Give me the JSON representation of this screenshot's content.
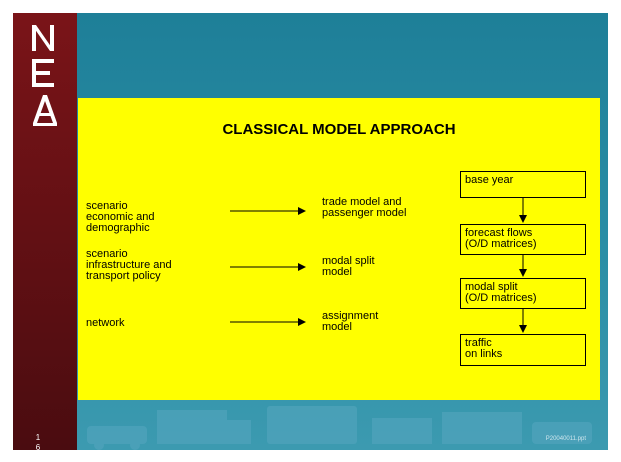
{
  "title": "CLASSICAL MODEL APPROACH",
  "inputs": [
    "scenario\neconomic and\ndemographic",
    "scenario\ninfrastructure and\ntransport policy",
    "network"
  ],
  "models": [
    "trade model and\npassenger model",
    "modal split\nmodel",
    "assignment\nmodel"
  ],
  "chain": [
    "base year",
    "forecast flows\n(O/D matrices)",
    "modal split\n(O/D matrices)",
    "traffic\non links"
  ],
  "slide_number": "1\n6",
  "file_name": "P20040011.ppt",
  "colors": {
    "highlight": "#ffff00",
    "background": "#2a8ea6",
    "sidebar": "#6b1216"
  }
}
